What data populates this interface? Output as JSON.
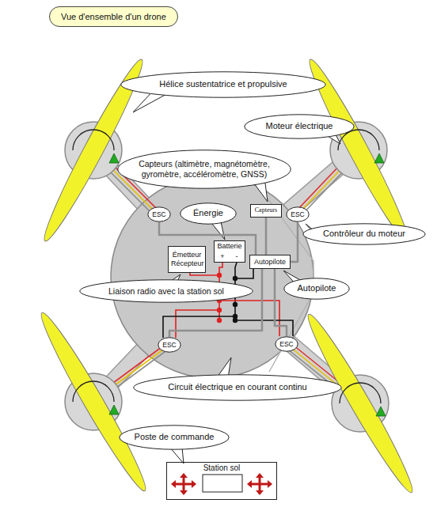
{
  "diagram": {
    "title": "Vue d'ensemble d'un drone",
    "nodes": [
      {
        "text": [
          "Hélice sustentatrice et propulsive"
        ]
      },
      {
        "text": [
          "Moteur électrique"
        ]
      },
      {
        "text": [
          "Capteurs (altimètre, magnétomètre, gyromètre, accéléromètre, GNSS)"
        ]
      },
      {
        "text": [
          "Énergie"
        ]
      },
      {
        "text": [
          "ESC"
        ]
      },
      {
        "text": [
          "Capteurs"
        ]
      },
      {
        "text": [
          "ESC"
        ]
      },
      {
        "text": [
          "Contrôleur du moteur"
        ]
      },
      {
        "text": [
          "Émetteur Récepteur"
        ]
      },
      {
        "text": [
          "Batterie"
        ]
      },
      {
        "text": [
          "Autopilote"
        ]
      },
      {
        "text": [
          "Liaison radio avec la station sol"
        ]
      },
      {
        "text": [
          "Autopilote"
        ]
      },
      {
        "text": [
          "ESC"
        ]
      },
      {
        "text": [
          "ESC"
        ]
      },
      {
        "text": [
          "Circuit électrique en courant continu"
        ]
      },
      {
        "text": [
          "Poste de commande"
        ]
      },
      {
        "text": [
          "Station sol"
        ]
      }
    ],
    "edges": [
      {
        "from": 5,
        "to": 10,
        "arrow": "none"
      },
      {
        "from": 10,
        "to": 6,
        "arrow": "none"
      },
      {
        "from": 10,
        "to": 4,
        "arrow": "none"
      },
      {
        "from": 10,
        "to": 13,
        "arrow": "none"
      },
      {
        "from": 10,
        "to": 14,
        "arrow": "none"
      }
    ],
    "labels": [
      "+",
      "-"
    ]
  }
}
